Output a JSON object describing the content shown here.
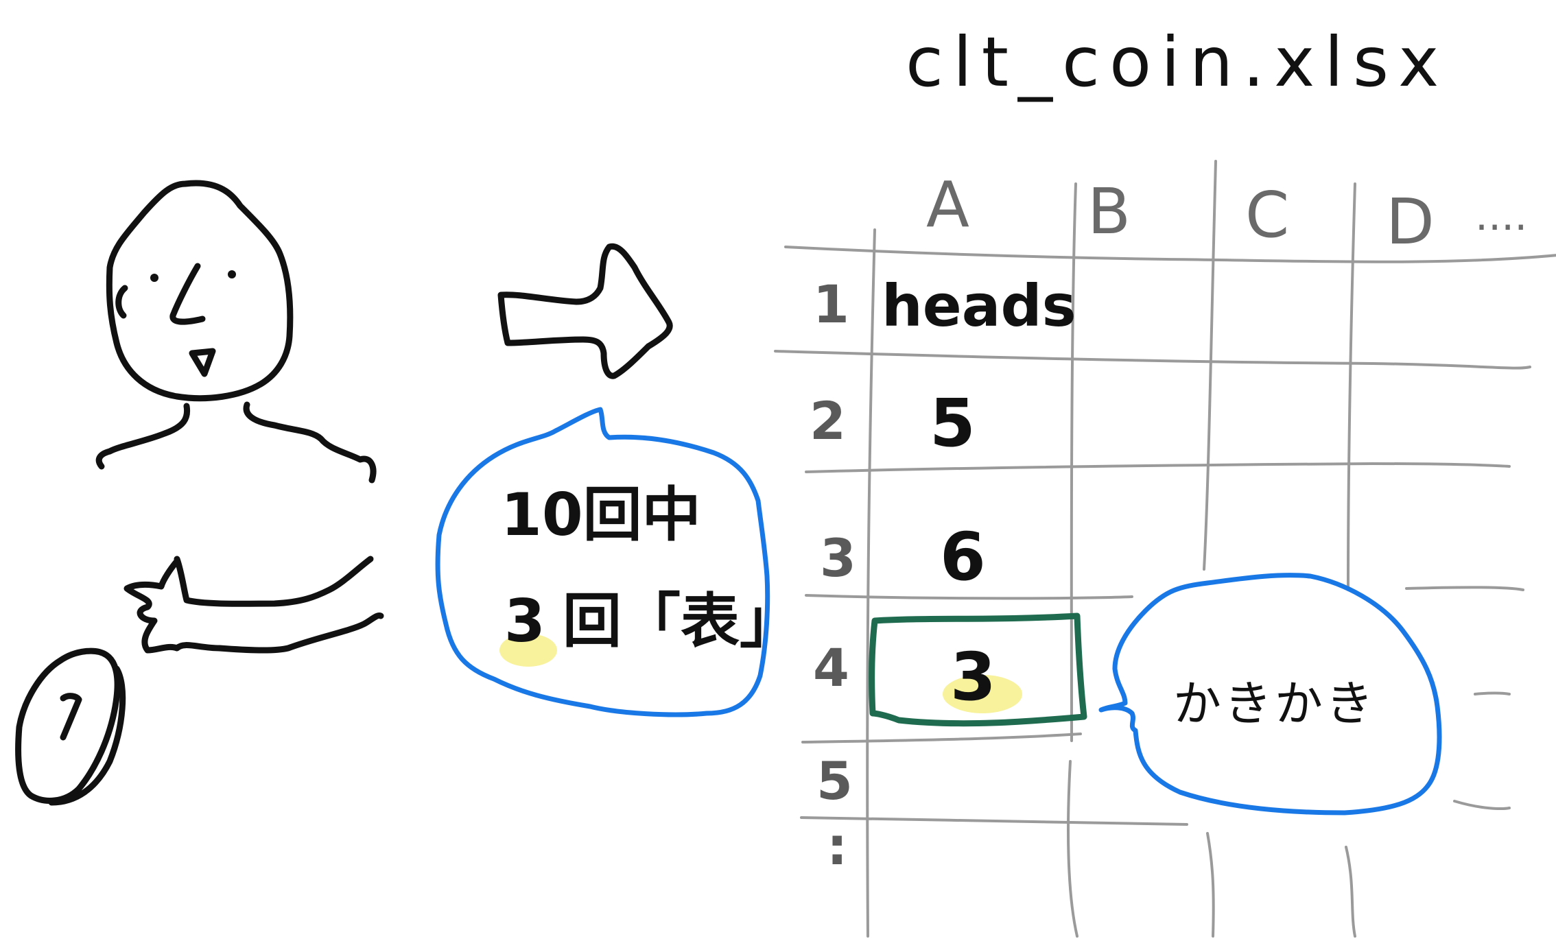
{
  "title": "clt_coin.xlsx",
  "speech_bubble": {
    "line1": "10回中",
    "line2_count": "3",
    "line2_rest": "回「表」"
  },
  "spreadsheet": {
    "columns": [
      "A",
      "B",
      "C",
      "D",
      "...."
    ],
    "rows": [
      "1",
      "2",
      "3",
      "4",
      "5",
      ":"
    ],
    "header_cell": "heads",
    "values": [
      "5",
      "6",
      "3"
    ]
  },
  "note_bubble": {
    "text": "かきかき"
  },
  "colors": {
    "ink": "#111111",
    "grid": "#9a9a9a",
    "bubble": "#1a78e6",
    "highlight_cell": "#1e6b4f",
    "marker": "#f6f08a"
  }
}
